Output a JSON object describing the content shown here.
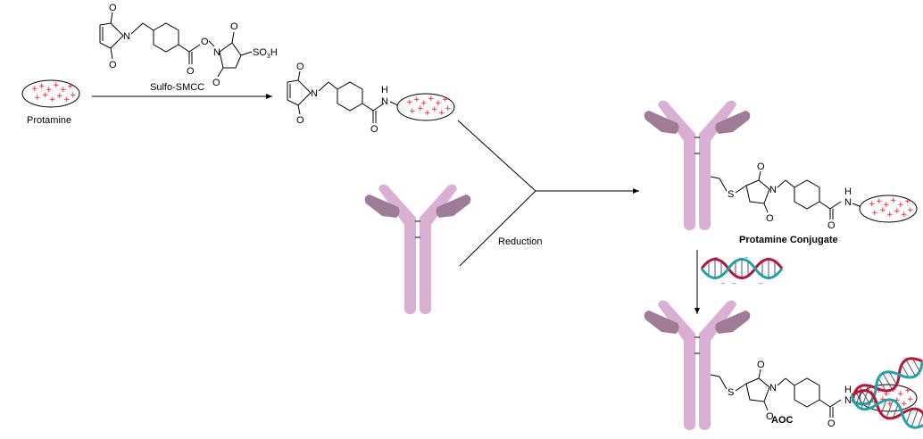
{
  "labels": {
    "protamine": "Protamine",
    "sulfo_smcc": "Sulfo-SMCC",
    "reduction": "Reduction",
    "protamine_conjugate": "Protamine Conjugate",
    "aoc": "AOC"
  },
  "atoms": {
    "O": "O",
    "N": "N",
    "NH_N": "N",
    "NH_H": "H",
    "S": "S",
    "SO3H": "SO",
    "SO3H_sub": "3",
    "SO3H_end": "H"
  },
  "colors": {
    "antibody_heavy": "#d9afd4",
    "antibody_light": "#9e7c95",
    "protamine_plus": "#e0141e",
    "dna_red": "#b5153a",
    "dna_teal": "#1fa5a8",
    "dna_minus": "#1f4fbf"
  },
  "icons": {
    "antibody": "antibody-icon",
    "protamine": "protamine-ellipse-icon",
    "dna": "dna-helix-icon"
  }
}
